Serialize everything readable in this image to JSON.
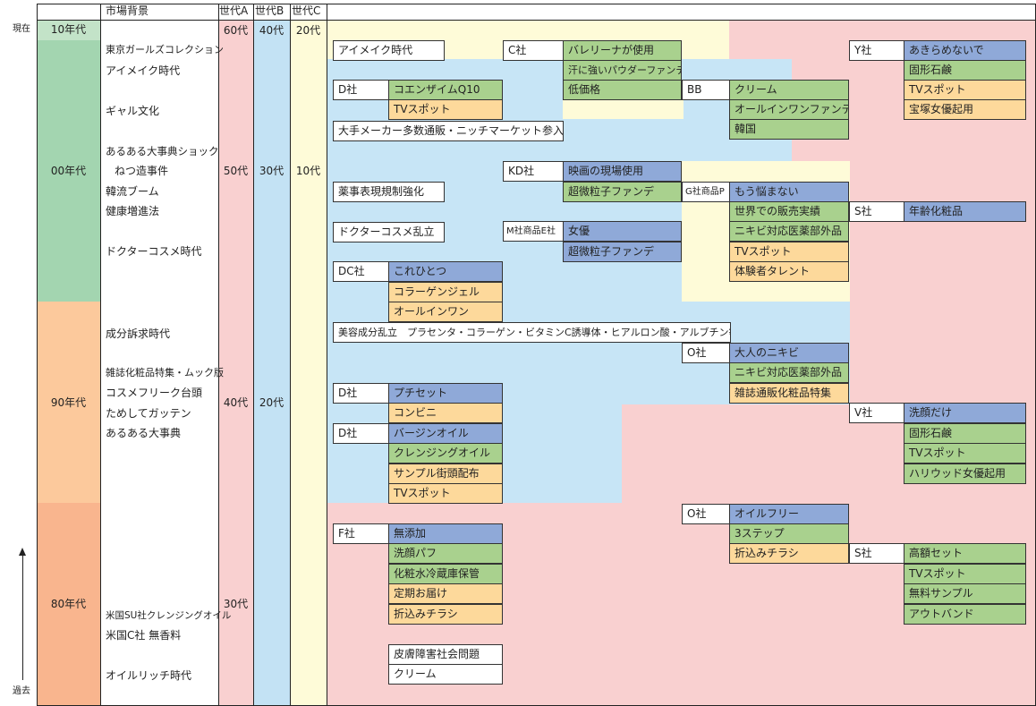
{
  "headers": {
    "market": "市場背景",
    "gen_a": "世代A",
    "gen_b": "世代B",
    "gen_c": "世代C"
  },
  "axis": {
    "now": "現在",
    "past": "過去"
  },
  "eras": {
    "e10": "10年代",
    "e00": "00年代",
    "e90": "90年代",
    "e80": "80年代"
  },
  "generations": {
    "a": [
      "60代",
      "50代",
      "40代",
      "30代"
    ],
    "b": [
      "40代",
      "30代",
      "20代"
    ],
    "c": [
      "20代",
      "10代"
    ]
  },
  "market": [
    "東京ガールズコレクション",
    "アイメイク時代",
    "ギャル文化",
    "あるある大事典ショック",
    "ねつ造事件",
    "韓流ブーム",
    "健康増進法",
    "ドクターコスメ時代",
    "成分訴求時代",
    "雑誌化粧品特集・ムック版",
    "コスメフリーク台頭",
    "ためしてガッテン",
    "あるある大事典",
    "米国SU社クレンジングオイル",
    "米国C社 無香料",
    "オイルリッチ時代"
  ],
  "trends": {
    "eye": "アイメイク時代",
    "bigmaker": "大手メーカー多数通販・ニッチマーケット参入",
    "yakuji": "薬事表現規制強化",
    "doctor": "ドクターコスメ乱立",
    "seibun": "美容成分乱立　プラセンタ・コラーゲン・ビタミンC誘導体・ヒアルロン酸・アルブチン等"
  },
  "companies": {
    "c": {
      "name": "C社",
      "items": [
        "バレリーナが使用",
        "汗に強いパウダーファンデ",
        "低価格"
      ]
    },
    "y": {
      "name": "Y社",
      "items": [
        "あきらめないで",
        "固形石鹸",
        "TVスポット",
        "宝塚女優起用"
      ]
    },
    "d1": {
      "name": "D社",
      "items": [
        "コエンザイムQ10",
        "TVスポット"
      ]
    },
    "bb": {
      "name": "BB",
      "items": [
        "クリーム",
        "オールインワンファンデ",
        "韓国"
      ]
    },
    "kd": {
      "name": "KD社",
      "items": [
        "映画の現場使用",
        "超微粒子ファンデ"
      ]
    },
    "g": {
      "name": "G社商品P",
      "items": [
        "もう悩まない",
        "世界での販売実績",
        "ニキビ対応医薬部外品",
        "TVスポット",
        "体験者タレント"
      ]
    },
    "s1": {
      "name": "S社",
      "items": [
        "年齢化粧品"
      ]
    },
    "m": {
      "name": "M社商品E社",
      "items": [
        "女優",
        "超微粒子ファンデ"
      ]
    },
    "dc": {
      "name": "DC社",
      "items": [
        "これひとつ",
        "コラーゲンジェル",
        "オールインワン"
      ]
    },
    "o1": {
      "name": "O社",
      "items": [
        "大人のニキビ",
        "ニキビ対応医薬部外品",
        "雑誌通販化粧品特集"
      ]
    },
    "d2": {
      "name": "D社",
      "items": [
        "プチセット",
        "コンビニ"
      ]
    },
    "v": {
      "name": "V社",
      "items": [
        "洗顔だけ",
        "固形石鹸",
        "TVスポット",
        "ハリウッド女優起用"
      ]
    },
    "d3": {
      "name": "D社",
      "items": [
        "バージンオイル",
        "クレンジングオイル",
        "サンプル街頭配布",
        "TVスポット"
      ]
    },
    "o2": {
      "name": "O社",
      "items": [
        "オイルフリー",
        "3ステップ",
        "折込みチラシ"
      ]
    },
    "f": {
      "name": "F社",
      "items": [
        "無添加",
        "洗顔パフ",
        "化粧水冷蔵庫保管",
        "定期お届け",
        "折込みチラシ"
      ]
    },
    "s2": {
      "name": "S社",
      "items": [
        "高額セット",
        "TVスポット",
        "無料サンプル",
        "アウトバンド"
      ]
    },
    "skin": {
      "items": [
        "皮膚障害社会問題",
        "クリーム"
      ]
    }
  },
  "colors": {
    "era10": "#c3e3c8",
    "era00": "#a3d5b0",
    "era90": "#fcc99c",
    "era80": "#f9b58e",
    "genA": "#f9d0d0",
    "genB": "#c3e2f4",
    "genC": "#fefbd8",
    "pink": "#f9d0d0",
    "lightblue": "#c7e5f6",
    "cream": "#fefbd8",
    "blue": "#8fa9d8",
    "green": "#a9d18e",
    "orange": "#fdd99b"
  }
}
